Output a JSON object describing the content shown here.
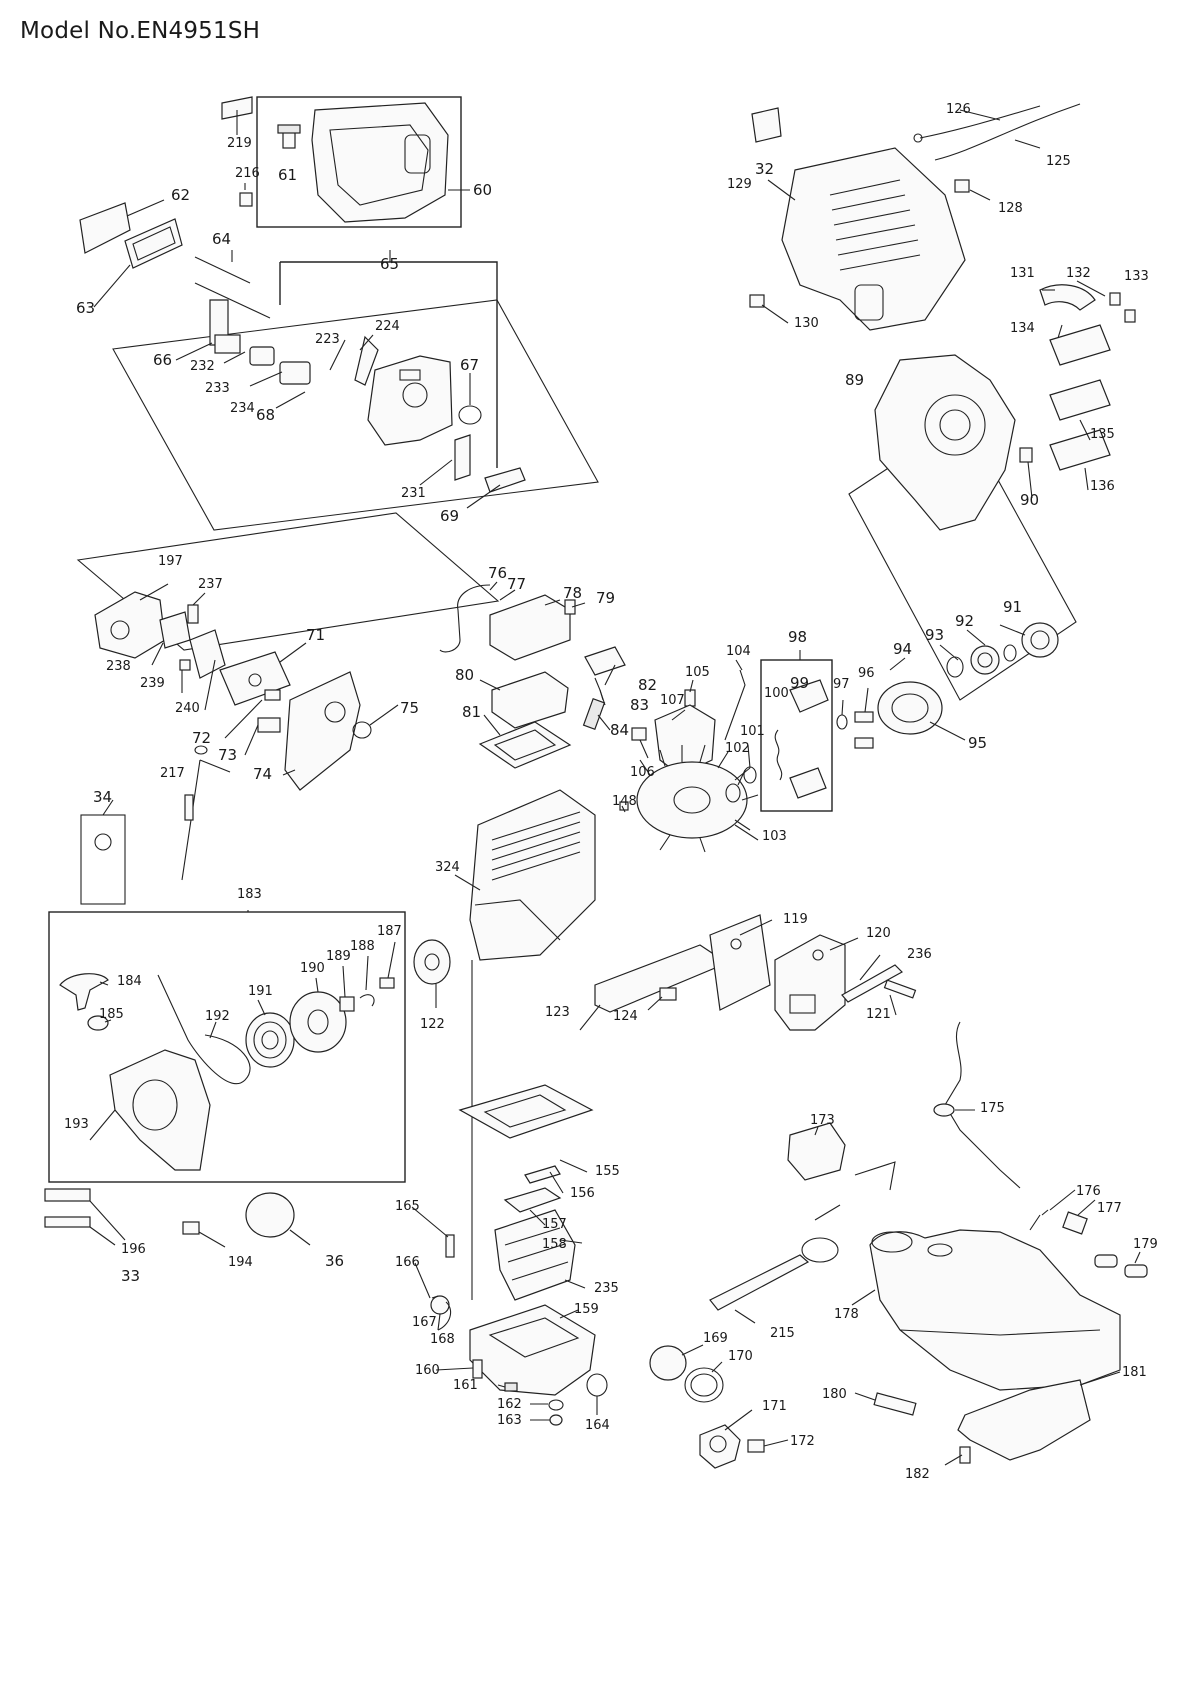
{
  "title": "Model No.EN4951SH",
  "labels": {
    "l219": "219",
    "l216": "216",
    "l61": "61",
    "l60": "60",
    "l62": "62",
    "l63": "63",
    "l64": "64",
    "l65": "65",
    "l224": "224",
    "l223": "223",
    "l66": "66",
    "l232": "232",
    "l233": "233",
    "l234": "234",
    "l68": "68",
    "l67": "67",
    "l231": "231",
    "l69": "69",
    "l126": "126",
    "l125": "125",
    "l32": "32",
    "l129": "129",
    "l128": "128",
    "l130": "130",
    "l131": "131",
    "l132": "132",
    "l133": "133",
    "l134": "134",
    "l89": "89",
    "l135": "135",
    "l136": "136",
    "l90": "90",
    "l197": "197",
    "l237": "237",
    "l238": "238",
    "l239": "239",
    "l240": "240",
    "l71": "71",
    "l72": "72",
    "l73": "73",
    "l74": "74",
    "l75": "75",
    "l217": "217",
    "l34": "34",
    "l76": "76",
    "l77": "77",
    "l78": "78",
    "l79": "79",
    "l80": "80",
    "l81": "81",
    "l82": "82",
    "l83": "83",
    "l84": "84",
    "l104": "104",
    "l105": "105",
    "l107": "107",
    "l106": "106",
    "l98": "98",
    "l99": "99",
    "l100": "100",
    "l101": "101",
    "l102": "102",
    "l103": "103",
    "l148": "148",
    "l97": "97",
    "l96": "96",
    "l94": "94",
    "l93": "93",
    "l92": "92",
    "l91": "91",
    "l95": "95",
    "l324": "324",
    "l183": "183",
    "l184": "184",
    "l185": "185",
    "l192": "192",
    "l191": "191",
    "l190": "190",
    "l189": "189",
    "l188": "188",
    "l187": "187",
    "l193": "193",
    "l196": "196",
    "l33": "33",
    "l194": "194",
    "l36": "36",
    "l122": "122",
    "l119": "119",
    "l120": "120",
    "l236": "236",
    "l121": "121",
    "l123": "123",
    "l124": "124",
    "l155": "155",
    "l156": "156",
    "l165": "165",
    "l157": "157",
    "l158": "158",
    "l166": "166",
    "l235": "235",
    "l167": "167",
    "l168": "168",
    "l159": "159",
    "l160": "160",
    "l161": "161",
    "l162": "162",
    "l163": "163",
    "l164": "164",
    "l169": "169",
    "l170": "170",
    "l171": "171",
    "l172": "172",
    "l215": "215",
    "l173": "173",
    "l175": "175",
    "l176": "176",
    "l177": "177",
    "l178": "178",
    "l179": "179",
    "l180": "180",
    "l181": "181",
    "l182": "182"
  }
}
